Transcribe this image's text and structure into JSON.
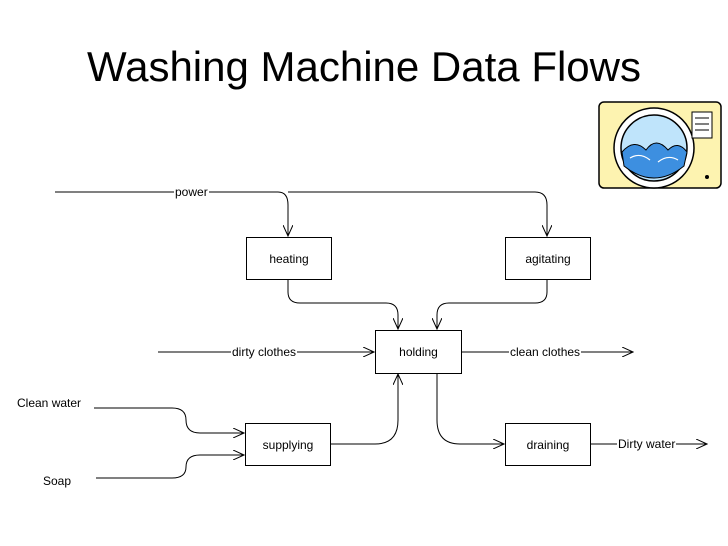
{
  "title": "Washing Machine Data Flows",
  "processes": {
    "heating": "heating",
    "agitating": "agitating",
    "holding": "holding",
    "supplying": "supplying",
    "draining": "draining"
  },
  "flows": {
    "power": "power",
    "dirty_clothes": "dirty clothes",
    "clean_clothes": "clean clothes",
    "dirty_water": "Dirty water"
  },
  "sources": {
    "clean_water": "Clean water",
    "soap": "Soap"
  },
  "clipart": {
    "icon": "washing-machine-icon",
    "colors": {
      "body": "#fdf3b0",
      "water": "#3d8fe0",
      "outline": "#000000"
    }
  }
}
